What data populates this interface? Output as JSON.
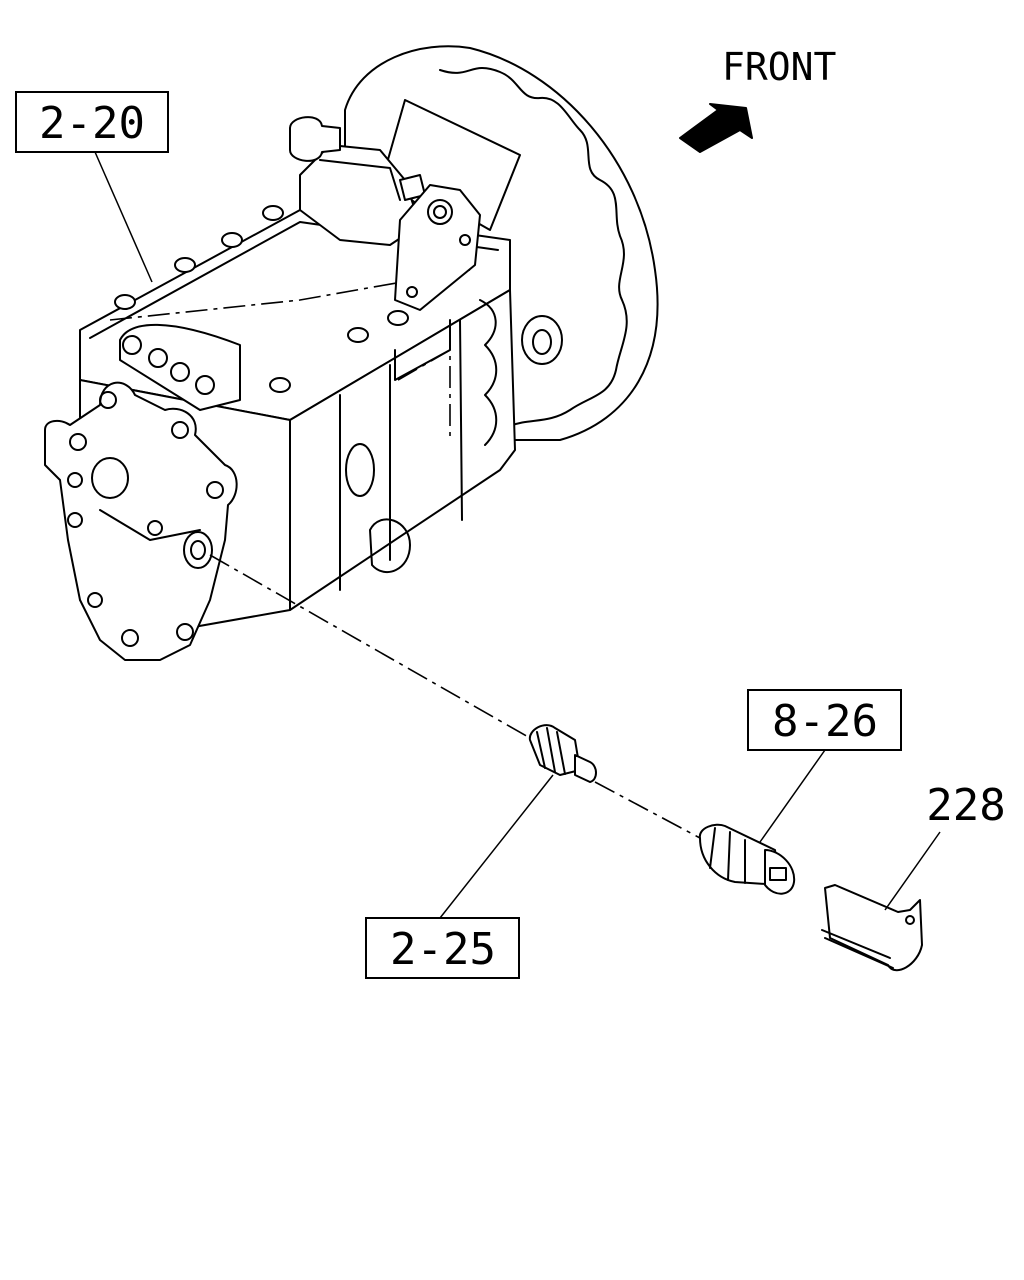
{
  "direction_label": "FRONT",
  "callouts": [
    {
      "id": "transmission",
      "text": "2-20"
    },
    {
      "id": "speed-sensor",
      "text": "8-26"
    },
    {
      "id": "pinion-sleeve",
      "text": "2-25"
    },
    {
      "id": "clip",
      "text": "228"
    }
  ],
  "colors": {
    "line": "#000000",
    "background": "#ffffff"
  }
}
